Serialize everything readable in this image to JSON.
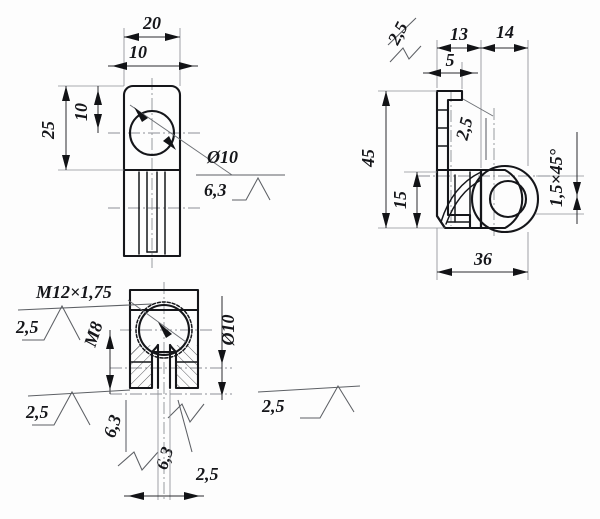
{
  "drawing": {
    "title": "Bracket technical drawing",
    "background": "#fdfdfd",
    "line_color": "#15161a",
    "dim_color": "#6e7176"
  },
  "views": {
    "front": {
      "name": "front-view",
      "dimensions": {
        "width_overall": "20",
        "width_half": "10",
        "height_overall": "25",
        "height_hole_center": "10",
        "hole_diameter": "Ø10",
        "surface_finish": "6,3"
      }
    },
    "side": {
      "name": "side-view",
      "dimensions": {
        "top_left_finish": "2,5",
        "dim_13": "13",
        "dim_14": "14",
        "dim_5": "5",
        "inner_finish": "2,5",
        "height_overall": "45",
        "height_lower": "15",
        "length_overall": "36",
        "chamfer": "1,5×45°"
      }
    },
    "section": {
      "name": "section-view",
      "dimensions": {
        "thread_major": "M12×1,75",
        "thread_minor": "M8",
        "bore_diameter": "Ø10",
        "finish_upper_left": "2,5",
        "finish_lower_left": "2,5",
        "finish_right": "2,5",
        "finish_slot_left": "6,3",
        "finish_slot_right": "6,3",
        "slot_width": "2,5"
      }
    }
  }
}
